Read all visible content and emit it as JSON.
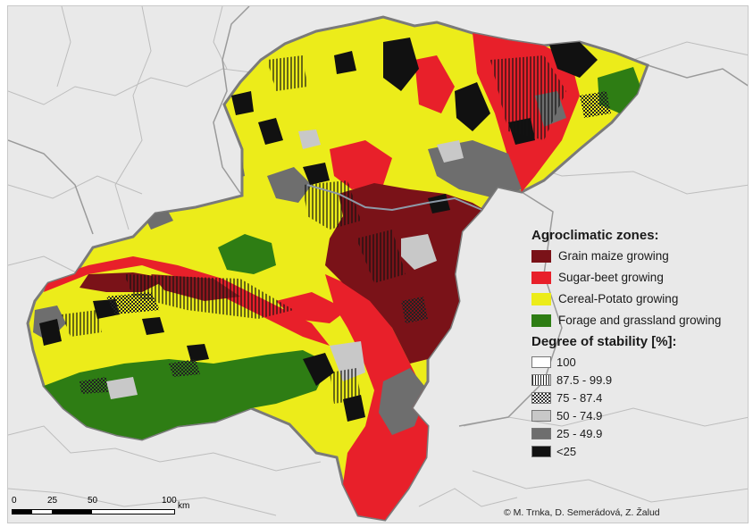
{
  "legend": {
    "zones_title": "Agroclimatic zones:",
    "zones": [
      {
        "label": "Grain maize growing",
        "color": "#7a1218"
      },
      {
        "label": "Sugar-beet growing",
        "color": "#e8202a"
      },
      {
        "label": "Cereal-Potato growing",
        "color": "#ecec1a"
      },
      {
        "label": "Forage and grassland growing",
        "color": "#2e7d14"
      }
    ],
    "stability_title": "Degree of stability [%]:",
    "stability": [
      {
        "label": "100",
        "pattern": "none"
      },
      {
        "label": "87.5 - 99.9",
        "pattern": "vertical-hatch"
      },
      {
        "label": "75 - 87.4",
        "pattern": "crosshatch"
      },
      {
        "label": "50 - 74.9",
        "pattern": "light-gray"
      },
      {
        "label": "25 - 49.9",
        "pattern": "dark-gray"
      },
      {
        "label": "<25",
        "pattern": "black"
      }
    ]
  },
  "scalebar": {
    "ticks": [
      "0",
      "25",
      "50",
      "100"
    ],
    "unit": "km"
  },
  "credit": "© M. Trnka, D. Semerádová, Z. Žalud",
  "colors": {
    "grain_maize": "#7a1218",
    "sugar_beet": "#e8202a",
    "cereal_potato": "#ecec1a",
    "forage": "#2e7d14",
    "light_gray": "#c8c8c8",
    "dark_gray": "#6e6e6e",
    "black": "#111111",
    "background": "#e9e9e9"
  }
}
